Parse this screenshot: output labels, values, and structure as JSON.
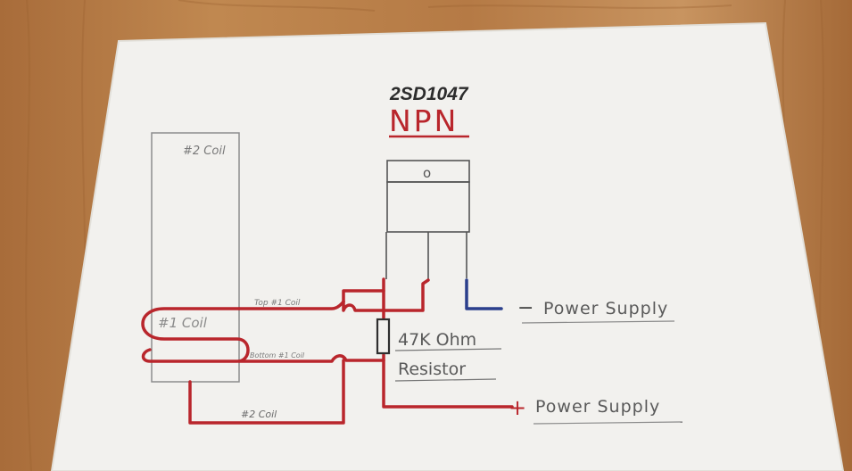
{
  "photo": {
    "part_number": "2SD1047",
    "type": "NPN",
    "coil2_box_label": "#2 Coil",
    "coil1_label": "#1 Coil",
    "top_wire_label": "Top #1 Coil",
    "bottom_wire_label": "Bottom #1 Coil",
    "coil2_wire_label": "#2 Coil",
    "resistor_value": "47K Ohm",
    "resistor_word": "Resistor",
    "neg_sign": "−",
    "neg_supply": "Power Supply",
    "pos_sign": "+",
    "pos_supply": "Power Supply",
    "tab_hole": "o"
  },
  "colors": {
    "wood": "#b57a45",
    "paper": "#f2f1ee",
    "ink_black": "#3a3a3a",
    "ink_red": "#b9262c",
    "ink_blue": "#2b3f8c",
    "pencil": "#8d8d8d"
  }
}
